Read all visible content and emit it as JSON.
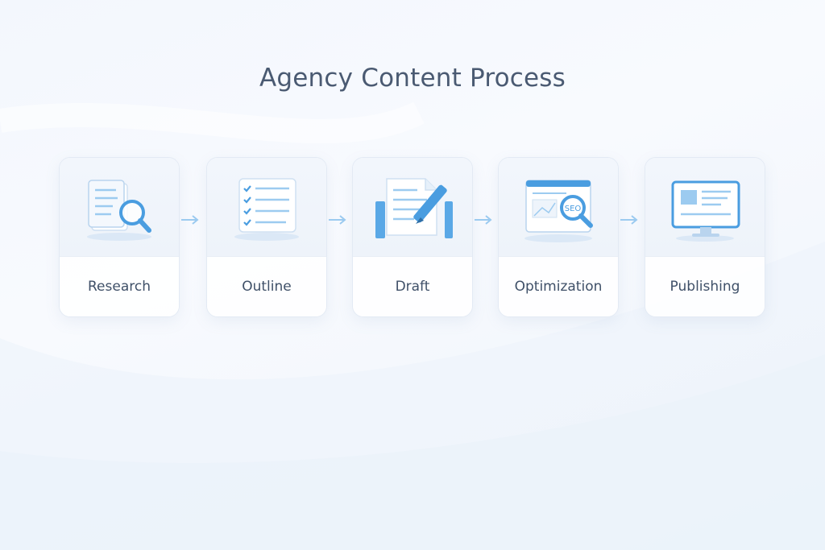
{
  "title": "Agency Content Process",
  "steps": [
    {
      "label": "Research",
      "icon": "document-magnifier-icon"
    },
    {
      "label": "Outline",
      "icon": "checklist-icon"
    },
    {
      "label": "Draft",
      "icon": "document-pencil-icon"
    },
    {
      "label": "Optimization",
      "icon": "seo-magnifier-icon",
      "icon_text": "SEO"
    },
    {
      "label": "Publishing",
      "icon": "monitor-icon"
    }
  ],
  "colors": {
    "accent": "#4a9de0",
    "accent_light": "#9ccbf0",
    "text": "#3f5068",
    "title": "#4a5a72"
  }
}
